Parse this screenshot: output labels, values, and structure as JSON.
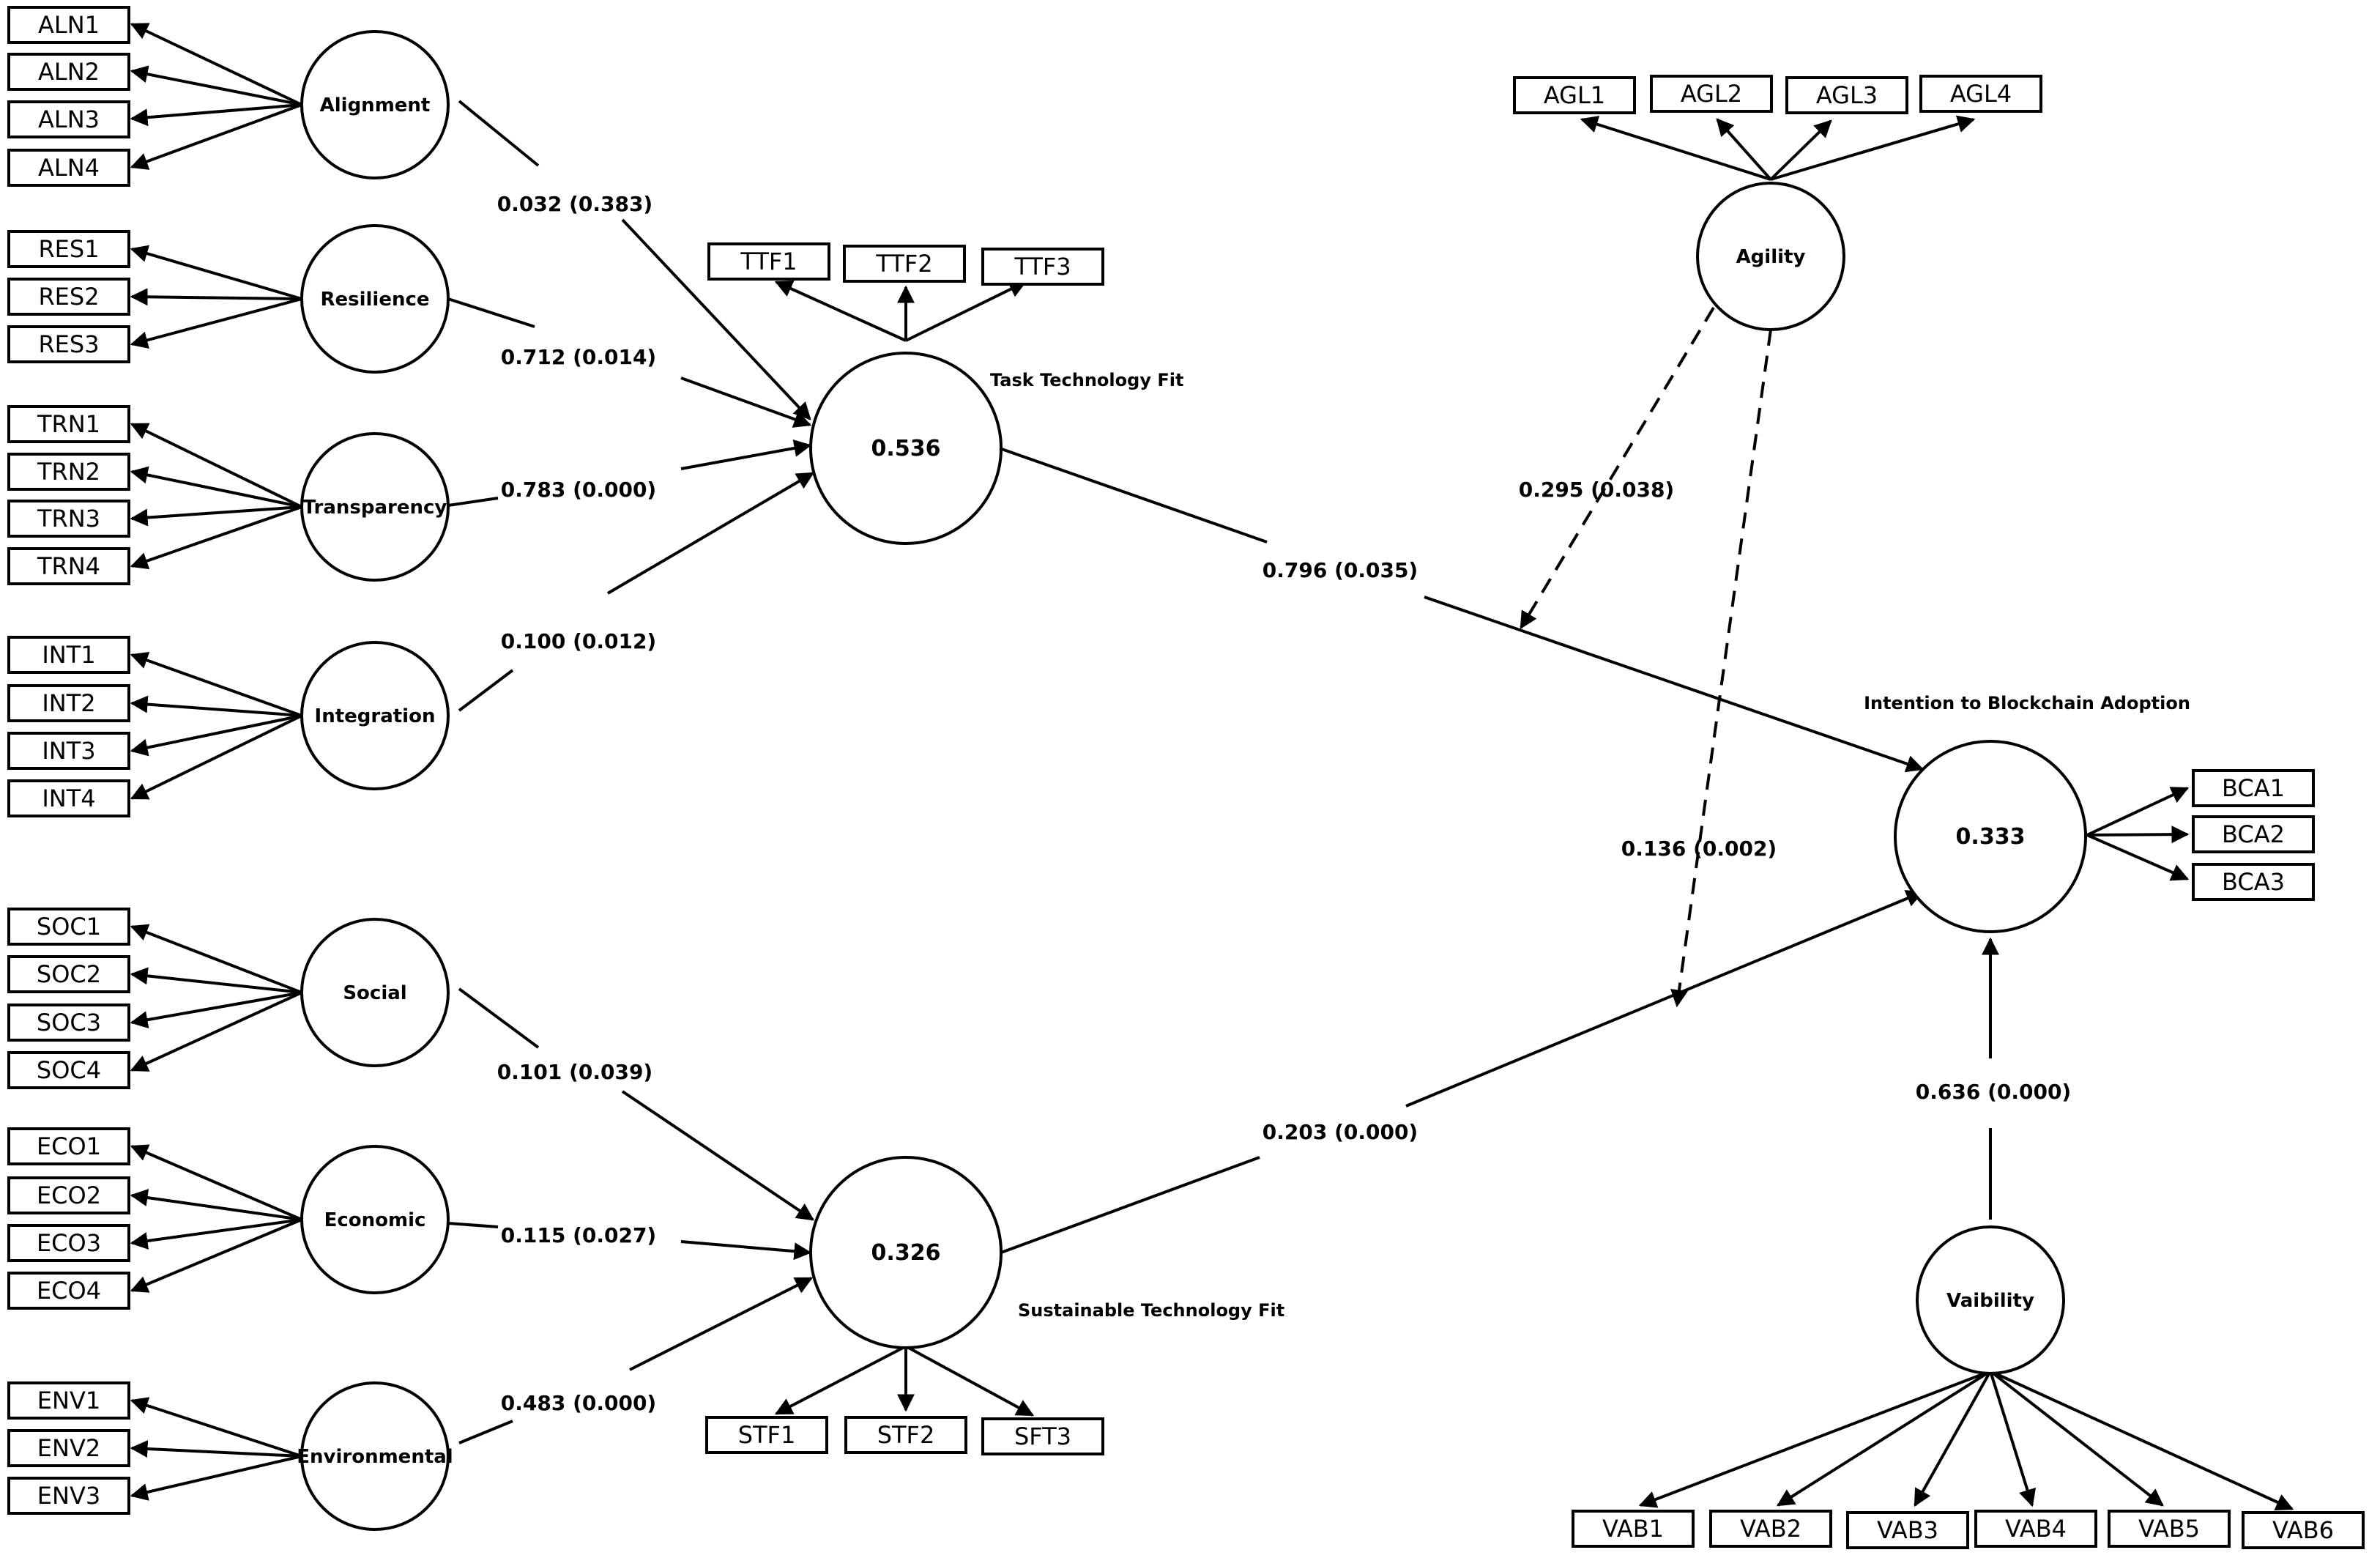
{
  "constructs": {
    "alignment": {
      "label": "Alignment",
      "indicators": [
        "ALN1",
        "ALN2",
        "ALN3",
        "ALN4"
      ]
    },
    "resilience": {
      "label": "Resilience",
      "indicators": [
        "RES1",
        "RES2",
        "RES3"
      ]
    },
    "transparency": {
      "label": "Transparency",
      "indicators": [
        "TRN1",
        "TRN2",
        "TRN3",
        "TRN4"
      ]
    },
    "integration": {
      "label": "Integration",
      "indicators": [
        "INT1",
        "INT2",
        "INT3",
        "INT4"
      ]
    },
    "social": {
      "label": "Social",
      "indicators": [
        "SOC1",
        "SOC2",
        "SOC3",
        "SOC4"
      ]
    },
    "economic": {
      "label": "Economic",
      "indicators": [
        "ECO1",
        "ECO2",
        "ECO3",
        "ECO4"
      ]
    },
    "environmental": {
      "label": "Environmental",
      "indicators": [
        "ENV1",
        "ENV2",
        "ENV3"
      ]
    },
    "ttf": {
      "title": "Task Technology Fit",
      "value": "0.536",
      "indicators": [
        "TTF1",
        "TTF2",
        "TTF3"
      ]
    },
    "stf": {
      "title": "Sustainable Technology Fit",
      "value": "0.326",
      "indicators": [
        "STF1",
        "STF2",
        "SFT3"
      ]
    },
    "agility": {
      "label": "Agility",
      "indicators": [
        "AGL1",
        "AGL2",
        "AGL3",
        "AGL4"
      ]
    },
    "bca": {
      "title": "Intention to Blockchain Adoption",
      "value": "0.333",
      "indicators": [
        "BCA1",
        "BCA2",
        "BCA3"
      ]
    },
    "viability": {
      "label": "Vaibility",
      "indicators": [
        "VAB1",
        "VAB2",
        "VAB3",
        "VAB4",
        "VAB5",
        "VAB6"
      ]
    }
  },
  "paths": {
    "alignment_ttf": "0.032 (0.383)",
    "resilience_ttf": "0.712 (0.014)",
    "transparency_ttf": "0.783 (0.000)",
    "integration_ttf": "0.100 (0.012)",
    "social_stf": "0.101 (0.039)",
    "economic_stf": "0.115 (0.027)",
    "environmental_stf": "0.483 (0.000)",
    "ttf_bca": "0.796 (0.035)",
    "stf_bca": "0.203 (0.000)",
    "agility_moderation_ttf": "0.295 (0.038)",
    "agility_moderation_stf": "0.136 (0.002)",
    "viability_bca": "0.636 (0.000)"
  }
}
